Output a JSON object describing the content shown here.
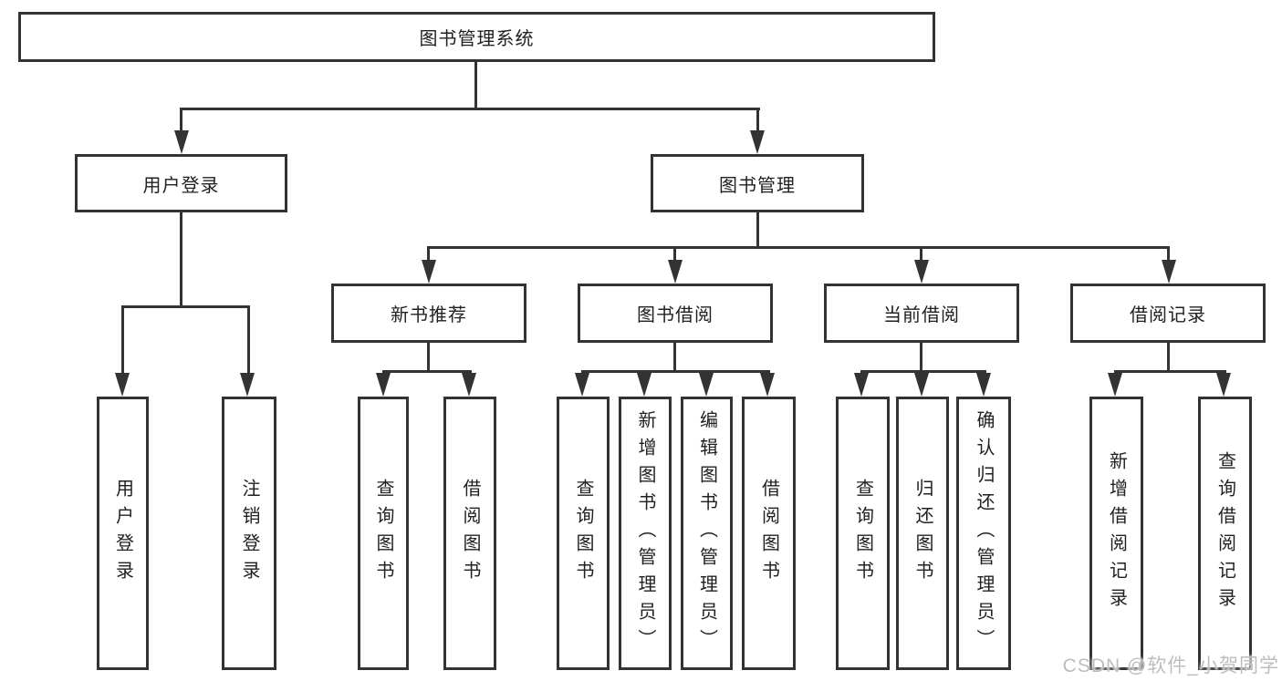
{
  "root": {
    "label": "图书管理系统"
  },
  "level2": [
    {
      "label": "用户登录",
      "children": [
        {
          "label": "用户登录"
        },
        {
          "label": "注销登录"
        }
      ]
    },
    {
      "label": "图书管理",
      "children": [
        {
          "label": "新书推荐",
          "children": [
            {
              "label": "查询图书"
            },
            {
              "label": "借阅图书"
            }
          ]
        },
        {
          "label": "图书借阅",
          "children": [
            {
              "label": "查询图书"
            },
            {
              "label": "新增图书（管理员）"
            },
            {
              "label": "编辑图书（管理员）"
            },
            {
              "label": "借阅图书"
            }
          ]
        },
        {
          "label": "当前借阅",
          "children": [
            {
              "label": "查询图书"
            },
            {
              "label": "归还图书"
            },
            {
              "label": "确认归还（管理员）"
            }
          ]
        },
        {
          "label": "借阅记录",
          "children": [
            {
              "label": "新增借阅记录"
            },
            {
              "label": "查询借阅记录"
            }
          ]
        }
      ]
    }
  ],
  "watermark": "CSDN @软件_小贺同学",
  "colors": {
    "line": "#333333",
    "text": "#212121",
    "box_background": "#ffffff",
    "watermark": "#bdbdbd"
  }
}
